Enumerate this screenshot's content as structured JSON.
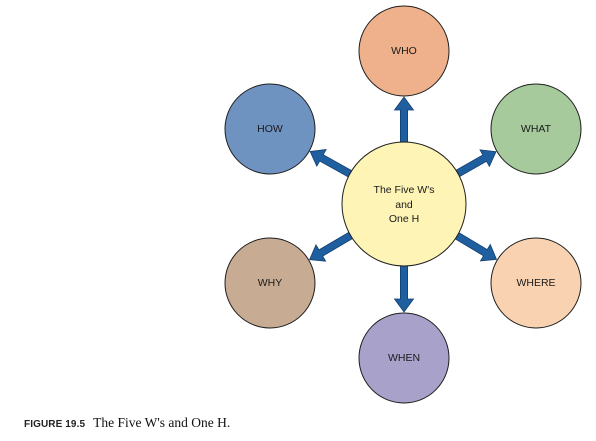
{
  "diagram": {
    "center": {
      "lines": [
        "The Five W's",
        "and",
        "One H"
      ],
      "fill": "#fdf4b6"
    },
    "nodes": [
      {
        "key": "who",
        "label": "WHO",
        "fill": "#eeb18c"
      },
      {
        "key": "what",
        "label": "WHAT",
        "fill": "#a6ca9c"
      },
      {
        "key": "where",
        "label": "WHERE",
        "fill": "#f9d3b1"
      },
      {
        "key": "when",
        "label": "WHEN",
        "fill": "#a8a2cb"
      },
      {
        "key": "why",
        "label": "WHY",
        "fill": "#c7ab93"
      },
      {
        "key": "how",
        "label": "HOW",
        "fill": "#6f93c1"
      }
    ],
    "arrow_color": "#1f5fa0"
  },
  "caption": {
    "label": "FIGURE 19.5",
    "text": "The Five W's and One H."
  }
}
